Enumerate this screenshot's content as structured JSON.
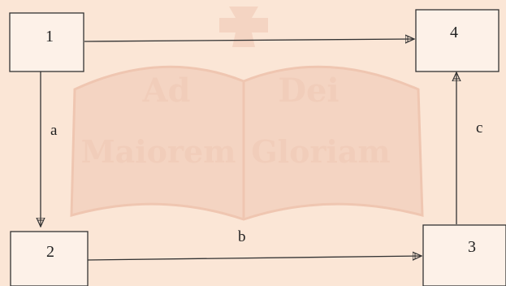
{
  "watermark": {
    "line1_left": "Ad",
    "line1_right": "Dei",
    "line2_left": "Maiorem",
    "line2_right": "Gloriam"
  },
  "boxes": [
    {
      "id": "1",
      "label": "1"
    },
    {
      "id": "2",
      "label": "2"
    },
    {
      "id": "3",
      "label": "3"
    },
    {
      "id": "4",
      "label": "4"
    }
  ],
  "edges": [
    {
      "from": "1",
      "to": "4",
      "label": ""
    },
    {
      "from": "1",
      "to": "2",
      "label": "a"
    },
    {
      "from": "2",
      "to": "3",
      "label": "b"
    },
    {
      "from": "3",
      "to": "4",
      "label": "c"
    }
  ],
  "colors": {
    "background": "#fbe6d6",
    "box_fill": "#fdf1e8",
    "line": "#333333",
    "watermark": "#e9b9a4"
  }
}
